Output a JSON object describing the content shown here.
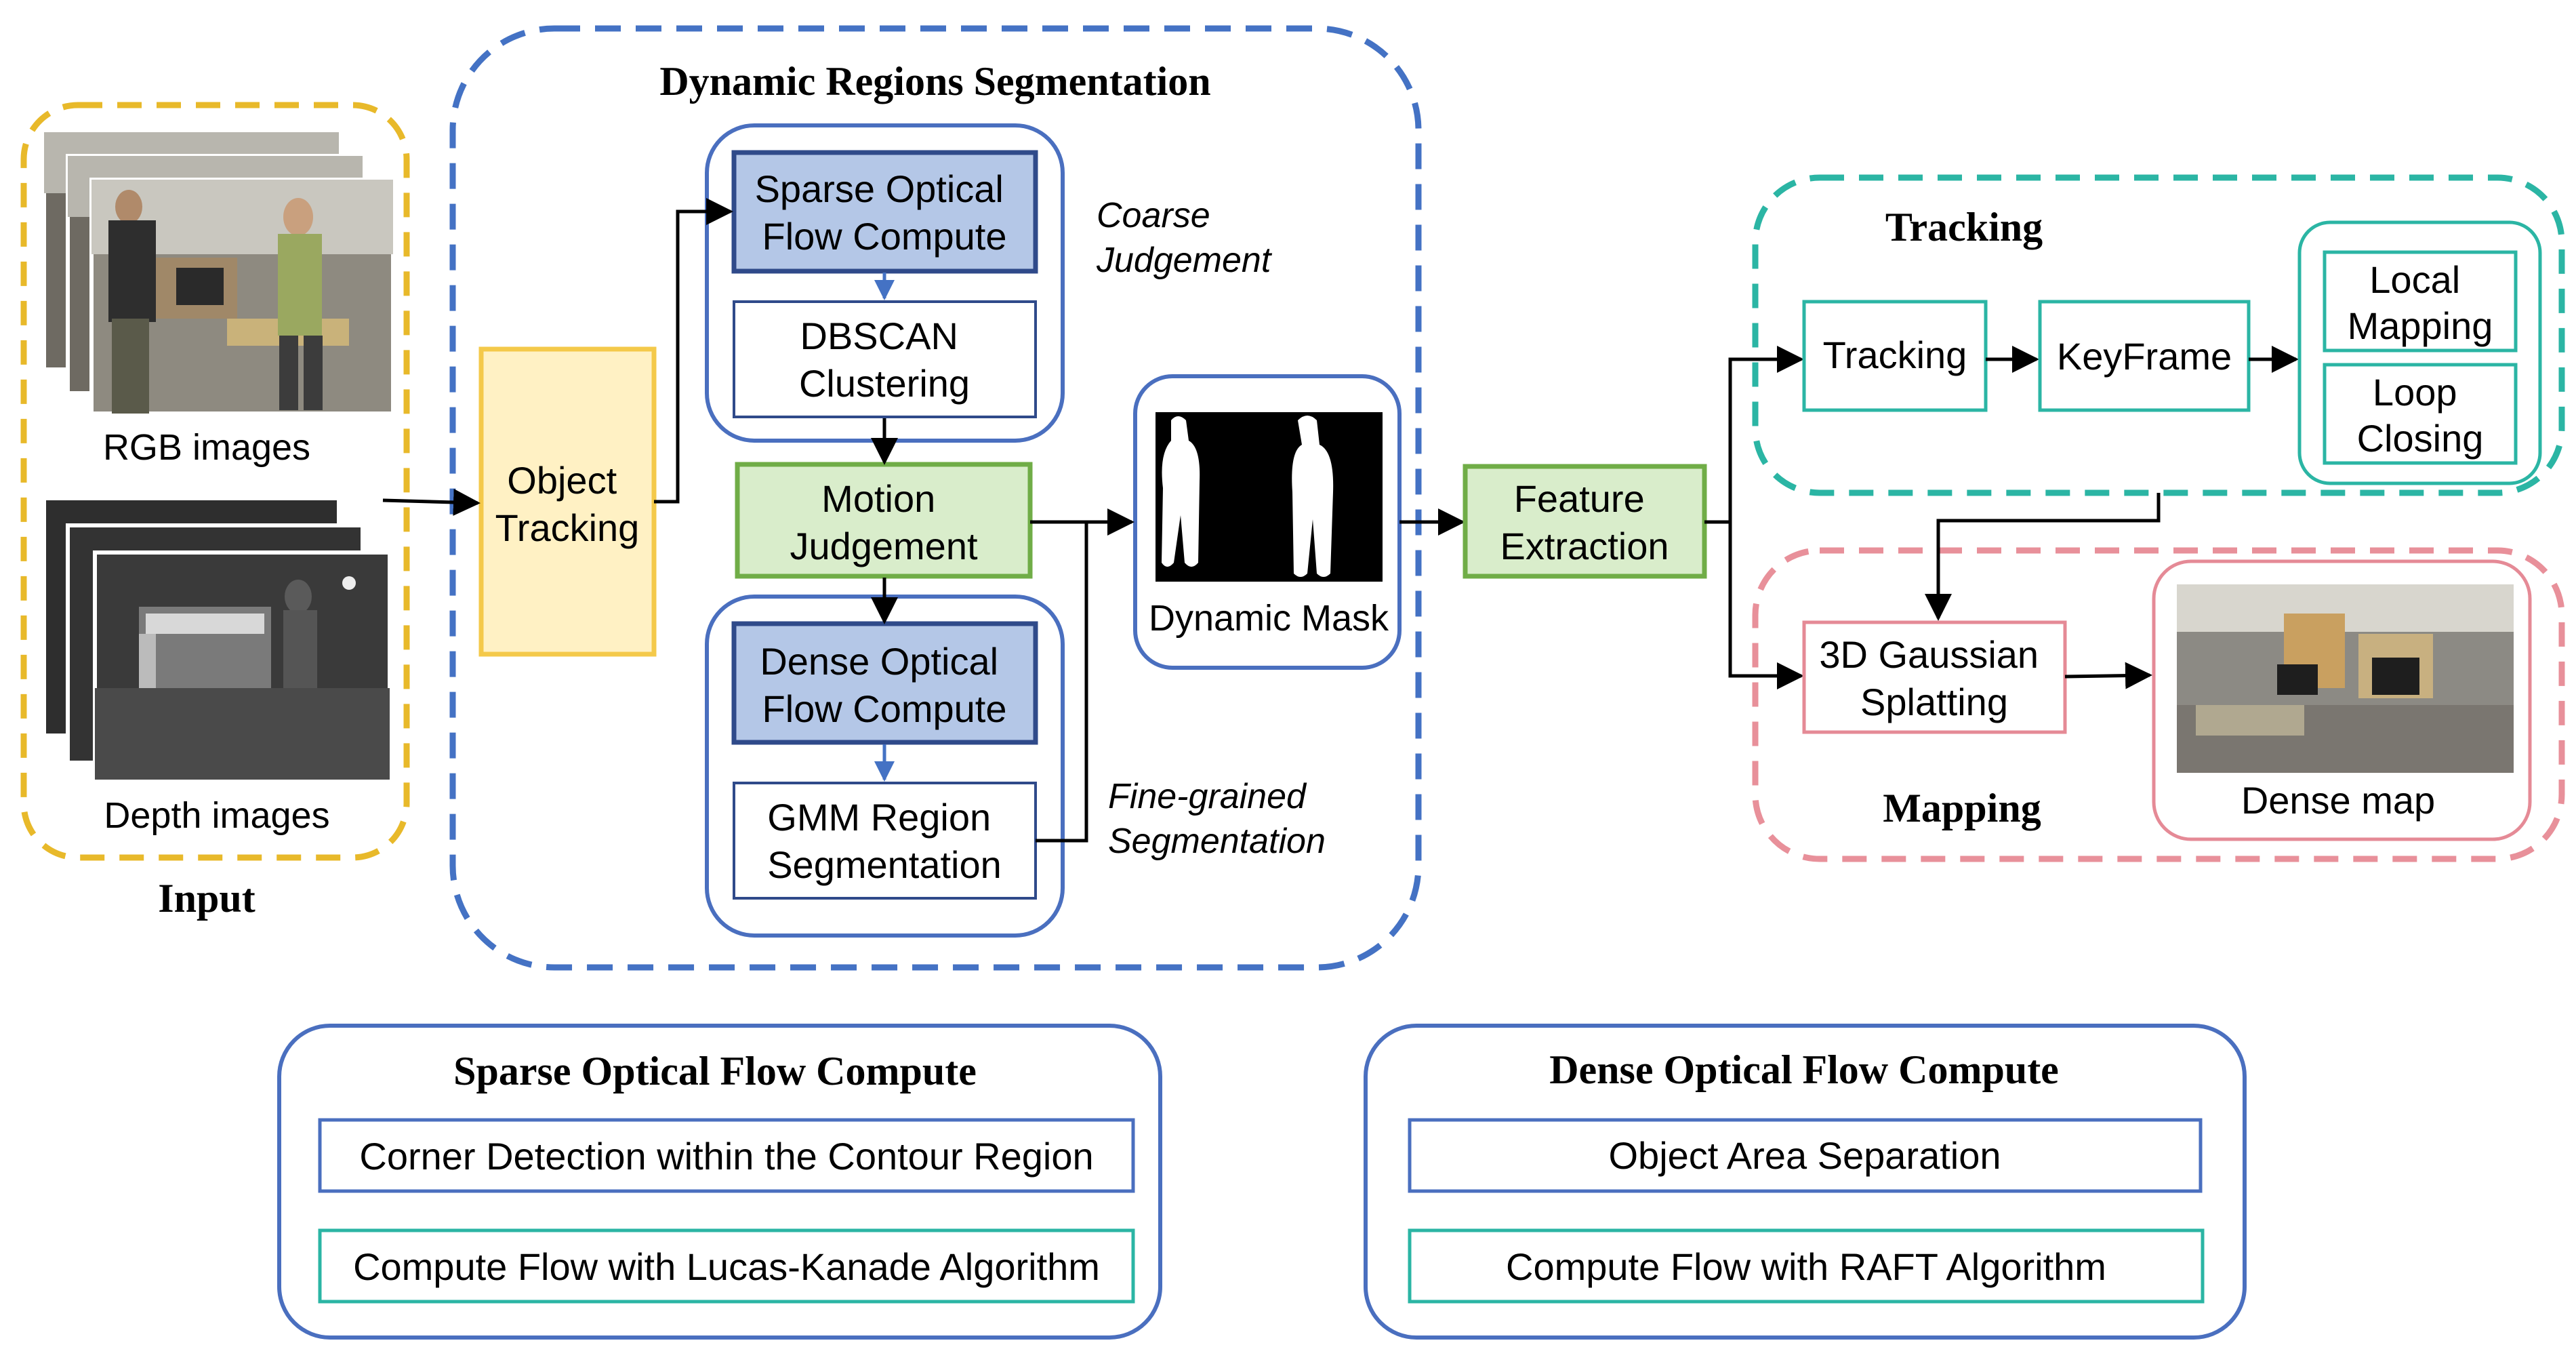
{
  "colors": {
    "input_dashed": "#E8B92A",
    "segmentation_dashed": "#4472C4",
    "tracking_dashed": "#2BB5A4",
    "mapping_dashed": "#E8909A",
    "rounded_blue": "#4A6FBF",
    "sparse_fill": "#B4C7E7",
    "sparse_stroke": "#2F4A8A",
    "object_tracking_fill": "#FFF1C4",
    "object_tracking_stroke": "#F4C94A",
    "green_fill": "#D9EDCB",
    "green_stroke": "#70AD47",
    "teal_stroke": "#2BB5A4",
    "pink_stroke": "#E58A96"
  },
  "input": {
    "title": "Input",
    "rgb_label": "RGB images",
    "depth_label": "Depth images"
  },
  "segmentation": {
    "title": "Dynamic Regions Segmentation",
    "object_tracking": [
      "Object",
      "Tracking"
    ],
    "sparse_flow": [
      "Sparse Optical",
      "Flow Compute"
    ],
    "dbscan": [
      "DBSCAN",
      "Clustering"
    ],
    "motion_judgement": [
      "Motion",
      "Judgement"
    ],
    "dense_flow": [
      "Dense Optical",
      "Flow Compute"
    ],
    "gmm": [
      "GMM Region",
      "Segmentation"
    ],
    "coarse": [
      "Coarse",
      "Judgement"
    ],
    "fine": [
      "Fine-grained",
      "Segmentation"
    ],
    "dynamic_mask": "Dynamic Mask"
  },
  "feature_extraction": [
    "Feature",
    "Extraction"
  ],
  "tracking": {
    "title": "Tracking",
    "tracking_box": "Tracking",
    "keyframe": "KeyFrame",
    "local_mapping": [
      "Local",
      "Mapping"
    ],
    "loop_closing": [
      "Loop",
      "Closing"
    ]
  },
  "mapping": {
    "title": "Mapping",
    "gaussian": [
      "3D Gaussian",
      "Splatting"
    ],
    "dense_map": "Dense map"
  },
  "legend_sparse": {
    "title": "Sparse Optical Flow Compute",
    "item1": "Corner Detection within the Contour Region",
    "item2": "Compute Flow with Lucas-Kanade Algorithm"
  },
  "legend_dense": {
    "title": "Dense Optical Flow Compute",
    "item1": "Object Area Separation",
    "item2": "Compute Flow with RAFT Algorithm"
  }
}
